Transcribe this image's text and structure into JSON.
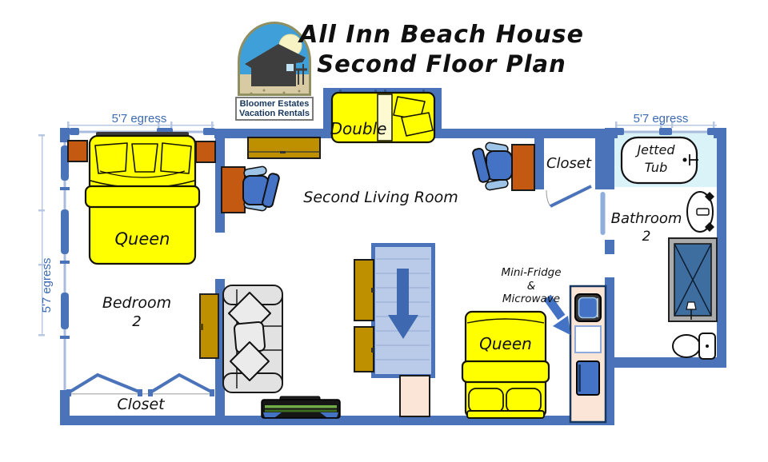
{
  "header": {
    "title_line1": "All Inn Beach House",
    "title_line2": "Second Floor Plan",
    "logo_line1": "Bloomer Estates",
    "logo_line2": "Vacation Rentals"
  },
  "rooms": {
    "living_room": "Second Living Room",
    "bedroom_line1": "Bedroom",
    "bedroom_line2": "2",
    "bathroom_line1": "Bathroom",
    "bathroom_line2": "2",
    "closet_top": "Closet",
    "closet_bedroom": "Closet"
  },
  "furniture": {
    "bed_queen_bedroom": "Queen",
    "bed_double": "Double",
    "bed_queen_living": "Queen",
    "jetted_tub_line1": "Jetted",
    "jetted_tub_line2": "Tub",
    "kitchenette_line1": "Mini-Fridge",
    "kitchenette_line2": "&",
    "kitchenette_line3": "Microwave"
  },
  "annotations": {
    "egress_top_left": "5'7 egress",
    "egress_left": "5'7 egress",
    "egress_bathroom": "5'7 egress"
  },
  "colors": {
    "wall_blue": "#4A73B9",
    "bed_yellow": "#FFFF00",
    "furniture_orange": "#C45911",
    "furniture_gold": "#BE9000",
    "stairs_fill": "#B9CBE8",
    "arrow_blue": "#3E68B0",
    "peach": "#FBE5D6",
    "tub_room_cyan": "#D9F3F8",
    "shower_blue": "#3E6D9F",
    "chair_blue": "#4472C4",
    "egress_text_blue": "#3D6BB3"
  }
}
